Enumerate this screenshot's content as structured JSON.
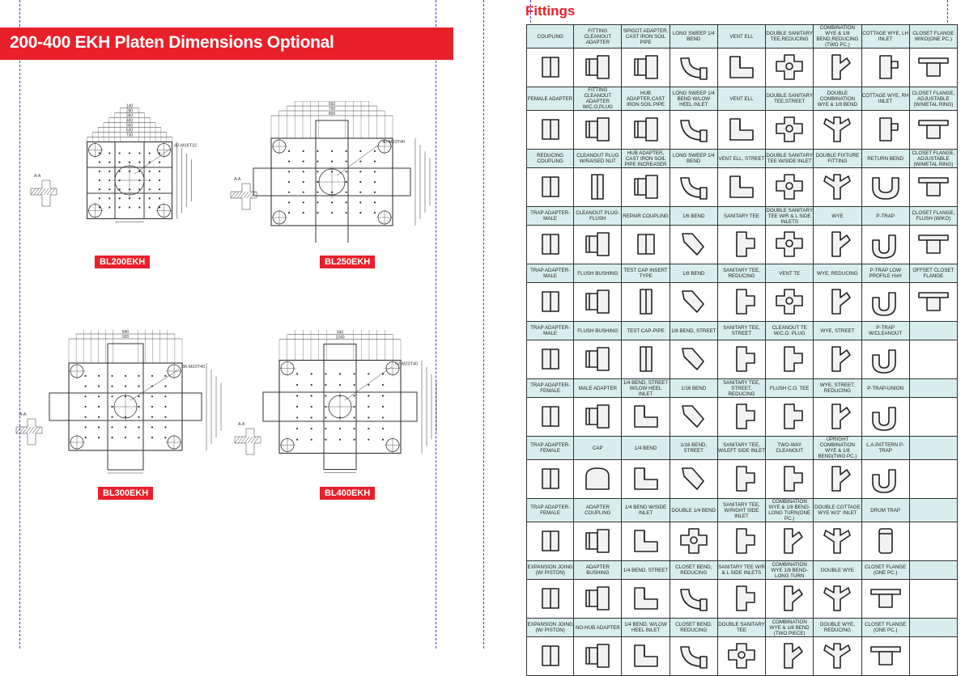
{
  "left_page": {
    "header": "200-400 EKH Platen Dimensions Optional",
    "drawings": [
      {
        "label": "BL200EKH",
        "callout": "40-M16T32",
        "dims": [
          "730",
          "630",
          "560",
          "480",
          "360",
          "280",
          "140",
          "460"
        ],
        "section": "A-A"
      },
      {
        "label": "BL250EKH",
        "callout": "40-M20T40",
        "dims": [
          "800",
          "700",
          "560",
          "420",
          "280",
          "140",
          "460",
          "480"
        ],
        "section": "A-A"
      },
      {
        "label": "BL300EKH",
        "callout": "36-M20T40",
        "dims": [
          "920",
          "840",
          "700",
          "560",
          "420",
          "280",
          "140",
          "280",
          "400"
        ],
        "section": "A-A"
      },
      {
        "label": "BL400EKH",
        "callout": "52-M20T40",
        "dims": [
          "1040",
          "940",
          "840",
          "700",
          "560",
          "420",
          "280",
          "140",
          "280",
          "400"
        ],
        "section": "A-A"
      }
    ]
  },
  "right_page": {
    "title": "Fittings",
    "rows": [
      [
        "COUPLING",
        "FITTING CLEANOUT ADAPTER",
        "SPIGOT ADAPTER, CAST IRON SOIL PIPE",
        "LONG SWEEP 1/4 BEND",
        "VENT ELL",
        "DOUBLE SANITARY TEE,REDUCING",
        "COMBINATION WYE & 1/8 BEND,REDUCING (TWO PC.)",
        "COTTAGE WYE, LH INLET",
        "CLOSET FLANGE W/KO(ONE PC.)"
      ],
      [
        "FEMALE ADAPTER",
        "FITTING CLEANOUT ADAPTER W/C.O.PLUG",
        "HUB ADAPTER,CAST IRON SOIL PIPE",
        "LONG SWEEP 1/4 BEND W/LOW HEEL INLET",
        "VENT ELL",
        "DOUBLE SANITARY TEE,STREET",
        "DOUBLE COMBINATION WYE & 1/8 BEND",
        "COTTAGE WYE, RH INLET",
        "CLOSET FLANGE, ADJUSTABLE (W/METAL RING)"
      ],
      [
        "REDUCING COUPLING",
        "CLEANOUT PLUG W/RAISED NUT",
        "HUB ADAPTER, CAST IRON SOIL PIPE INCREASER",
        "LONG SWEEP 1/4 BEND",
        "VENT ELL, STREET",
        "DOUBLE SANITARY TEE W/SIDE INLET",
        "DOUBLE FIXTURE FITTING",
        "RETURN BEND",
        "CLOSET FLANGE, ADJUSTABLE (W/METAL RING)"
      ],
      [
        "TRAP ADAPTER-MALE",
        "CLEANOUT PLUG-FLUSH",
        "REPAIR COUPLING",
        "1/6 BEND",
        "SANITARY TEE",
        "DOUBLE SANITARY TEE W/R & L SIDE INLETS",
        "WYE",
        "P-TRAP",
        "CLOSET FLANGE, FLUSH (W/KO)"
      ],
      [
        "TRAP ADAPTER-MALE",
        "FLUSH BUSHING",
        "TEST CAP INSERT TYPE",
        "1/8 BEND",
        "SANITARY TEE, REDUCING",
        "VENT TE",
        "WYE, REDUCING",
        "P-TRAP LOW PROFILE HxH",
        "OFFSET CLOSET FLANGE"
      ],
      [
        "TRAP ADAPTER-MALE",
        "FLUSH BUSHING",
        "TEST CAP-PIPE",
        "1/8 BEND, STREET",
        "SANITARY TEE, STREET",
        "CLEANOUT TE W/C.O. PLUG",
        "WYE, STREET",
        "P-TRAP W/CLEANOUT",
        ""
      ],
      [
        "TRAP ADAPTER-FEMALE",
        "MALE ADAPTER",
        "1/4 BEND, STREET W/LOW HEEL INLET",
        "1/16 BEND",
        "SANITARY TEE, STREET, REDUCING",
        "FLUSH C.O. TEE",
        "WYE, STREET, REDUCING",
        "P-TRAP-UNION",
        ""
      ],
      [
        "TRAP ADAPTER-FEMALE",
        "CAP",
        "1/4 BEND",
        "1/16 BEND, STREET",
        "SANITARY TEE, W/LEFT SIDE INLET",
        "TWO-WAY CLEANOUT",
        "UPRIGHT COMBINATION WYE & 1/8 BEND(TWO PC.)",
        "L.A.PATTERN P-TRAP",
        ""
      ],
      [
        "TRAP ADAPTER-FEMALE",
        "ADAPTER COUPLING",
        "1/4 BEND W/SIDE INLET",
        "DOUBLE 1/4 BEND",
        "SANITARY TEE, W/RIGHT SIDE INLET",
        "COMBINATION WYE & 1/8 BEND-LONG TURN(ONE PC.)",
        "DOUBLE COTTAGE WYE W/2\" INLET",
        "DRUM TRAP",
        ""
      ],
      [
        "EXPANSION JOING (W/ PISTON)",
        "ADAPTER BUSHING",
        "1/4 BEND, STREET",
        "CLOSET BEND, REDUCING",
        "SANITARY TEE W/R & L SIDE INLETS",
        "COMBINATION WYE 1/8 BEND-LONG TURN",
        "DOUBLE WYE",
        "CLOSET FLANGE (ONE PC.)",
        ""
      ],
      [
        "EXPANSION JOING (W/ PISTON)",
        "NO-HUB ADAPTER",
        "1/4 BEND, W/LOW HEEL INLET",
        "CLOSET BEND, REDUCING",
        "DOUBLE SANITARY TEE",
        "COMBINATION WYE & 1/8 BEND (TWO PIECE)",
        "DOUBLE WYE, REDUCING",
        "CLOSET FLANGE (ONE PC.)",
        ""
      ]
    ],
    "icons": [
      [
        "coupling",
        "adapter",
        "adapter",
        "sweep-bend",
        "elbow",
        "double-tee",
        "wye",
        "cottage-wye",
        "flange"
      ],
      [
        "coupling",
        "adapter",
        "adapter",
        "sweep-bend",
        "elbow",
        "double-tee",
        "double-wye",
        "cottage-wye",
        "flange"
      ],
      [
        "coupling",
        "plug",
        "adapter",
        "sweep-bend",
        "elbow",
        "double-tee",
        "double-wye",
        "return-bend",
        "flange"
      ],
      [
        "coupling",
        "adapter",
        "coupling",
        "bend-45",
        "tee",
        "double-tee",
        "wye",
        "p-trap",
        "flange"
      ],
      [
        "coupling",
        "adapter",
        "plug",
        "bend-45",
        "tee",
        "double-tee",
        "wye",
        "p-trap",
        "flange"
      ],
      [
        "coupling",
        "adapter",
        "plug",
        "bend-45",
        "tee",
        "tee",
        "wye",
        "p-trap",
        ""
      ],
      [
        "coupling",
        "adapter",
        "elbow",
        "bend-45",
        "tee",
        "tee",
        "wye",
        "p-trap",
        ""
      ],
      [
        "coupling",
        "cap",
        "elbow",
        "bend-45",
        "tee",
        "tee",
        "wye",
        "p-trap",
        ""
      ],
      [
        "coupling",
        "adapter",
        "elbow",
        "double-tee",
        "tee",
        "wye",
        "double-wye",
        "drum-trap",
        ""
      ],
      [
        "coupling",
        "adapter",
        "elbow",
        "sweep-bend",
        "tee",
        "wye",
        "double-wye",
        "flange",
        ""
      ],
      [
        "coupling",
        "adapter",
        "elbow",
        "sweep-bend",
        "double-tee",
        "wye",
        "double-wye",
        "flange",
        ""
      ]
    ]
  }
}
